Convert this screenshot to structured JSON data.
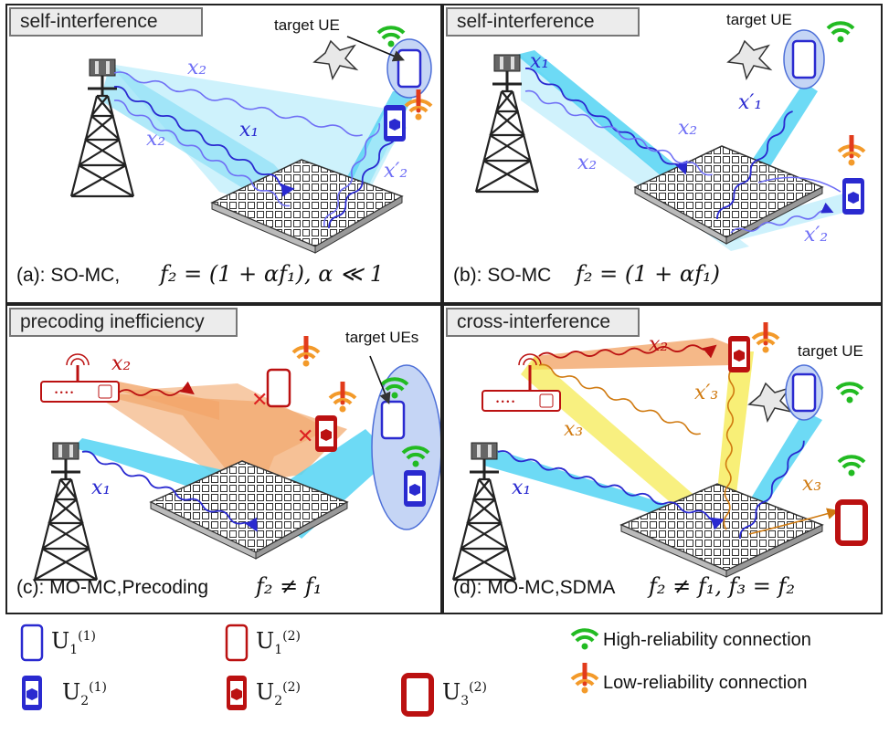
{
  "panels": [
    {
      "id": "a",
      "tag": "self-interference",
      "target": "target UE",
      "caption": "(a): SO-MC,",
      "formula": "f₂ = (1 + αf₁), α ≪ 1",
      "signals": [
        "x₂",
        "x₂",
        "x₁",
        "x′₂"
      ]
    },
    {
      "id": "b",
      "tag": "self-interference",
      "target": "target UE",
      "caption": "(b): SO-MC",
      "formula": "f₂ = (1 + αf₁)",
      "signals": [
        "x₁",
        "x′₁",
        "x₂",
        "x₂",
        "x′₂"
      ]
    },
    {
      "id": "c",
      "tag": "precoding inefficiency",
      "target": "target UEs",
      "caption": "(c): MO-MC,Precoding",
      "formula": "f₂ ≠ f₁",
      "signals": [
        "x₂",
        "x₁"
      ]
    },
    {
      "id": "d",
      "tag": "cross-interference",
      "target": "target UE",
      "caption": "(d): MO-MC,SDMA",
      "formula": "f₂ ≠ f₁, f₃ = f₂",
      "signals": [
        "x₂",
        "x′₃",
        "x₃",
        "x₁",
        "x₃"
      ]
    }
  ],
  "legend": {
    "u11": "U",
    "u11_sub": "1",
    "u11_sup": "(1)",
    "u12": "U",
    "u12_sub": "1",
    "u12_sup": "(2)",
    "u21": "U",
    "u21_sub": "2",
    "u21_sup": "(1)",
    "u22": "U",
    "u22_sub": "2",
    "u22_sup": "(2)",
    "u32": "U",
    "u32_sub": "3",
    "u32_sup": "(2)",
    "high": "High-reliability connection",
    "low": "Low-reliability connection"
  },
  "colors": {
    "blue": "#3b3bdc",
    "red": "#cc1111",
    "cyan": "#3ec8ee",
    "orange": "#f2a66a",
    "yellow": "#f5e94a",
    "green": "#22bb22",
    "warn": "#f39a2a"
  }
}
